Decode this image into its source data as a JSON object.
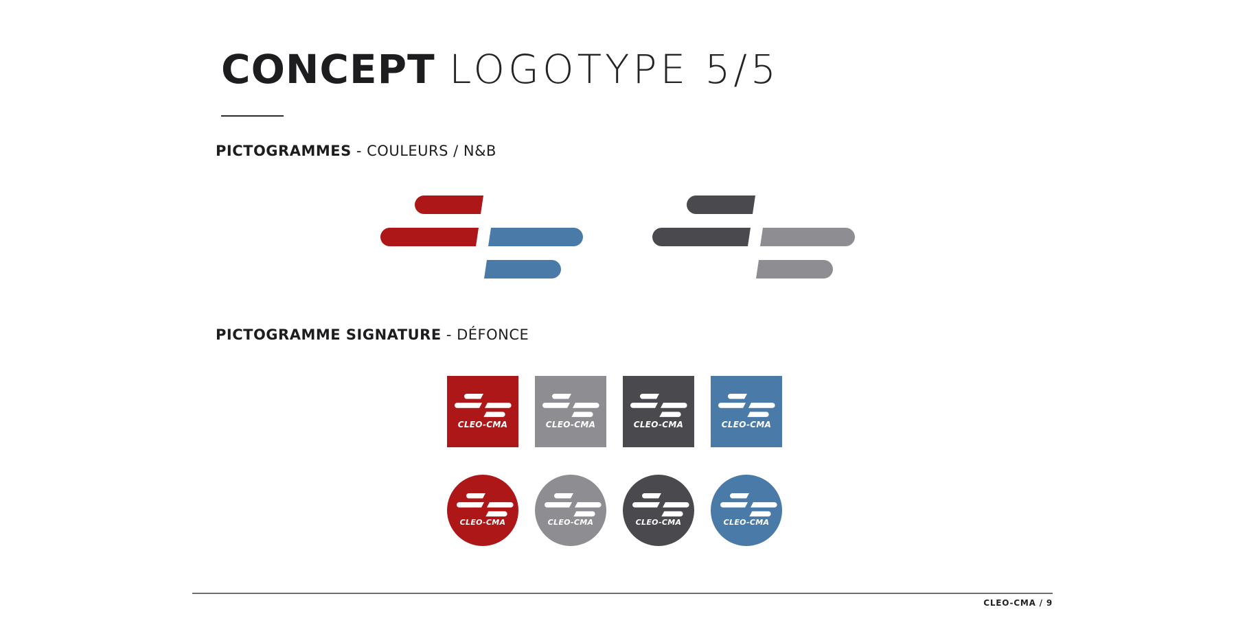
{
  "header": {
    "title_bold": "CONCEPT",
    "title_light": "LOGOTYPE 5/5"
  },
  "sections": {
    "pictos": {
      "title_bold": "PICTOGRAMMES",
      "title_rest": " - COULEURS / N&B"
    },
    "signature": {
      "title_bold": "PICTOGRAMME SIGNATURE",
      "title_rest": " - DÉFONCE"
    }
  },
  "colors": {
    "red": "#ae1717",
    "blue": "#4a7aa7",
    "gray_light": "#8e8e92",
    "gray_dark": "#4a4a4e",
    "icon_mark": "#ffffff"
  },
  "pictograms": [
    {
      "name": "picto-colour",
      "top_bars": "#ae1717",
      "bottom_bars": "#4a7aa7"
    },
    {
      "name": "picto-mono",
      "top_bars": "#4a4a4e",
      "bottom_bars": "#8e8e92"
    }
  ],
  "badges": {
    "label": "CLEO-CMA",
    "square": [
      "#ae1717",
      "#8e8e92",
      "#4a4a4e",
      "#4a7aa7"
    ],
    "round": [
      "#ae1717",
      "#8e8e92",
      "#4a4a4e",
      "#4a7aa7"
    ]
  },
  "footer": {
    "text": "CLEO-CMA / 9"
  }
}
